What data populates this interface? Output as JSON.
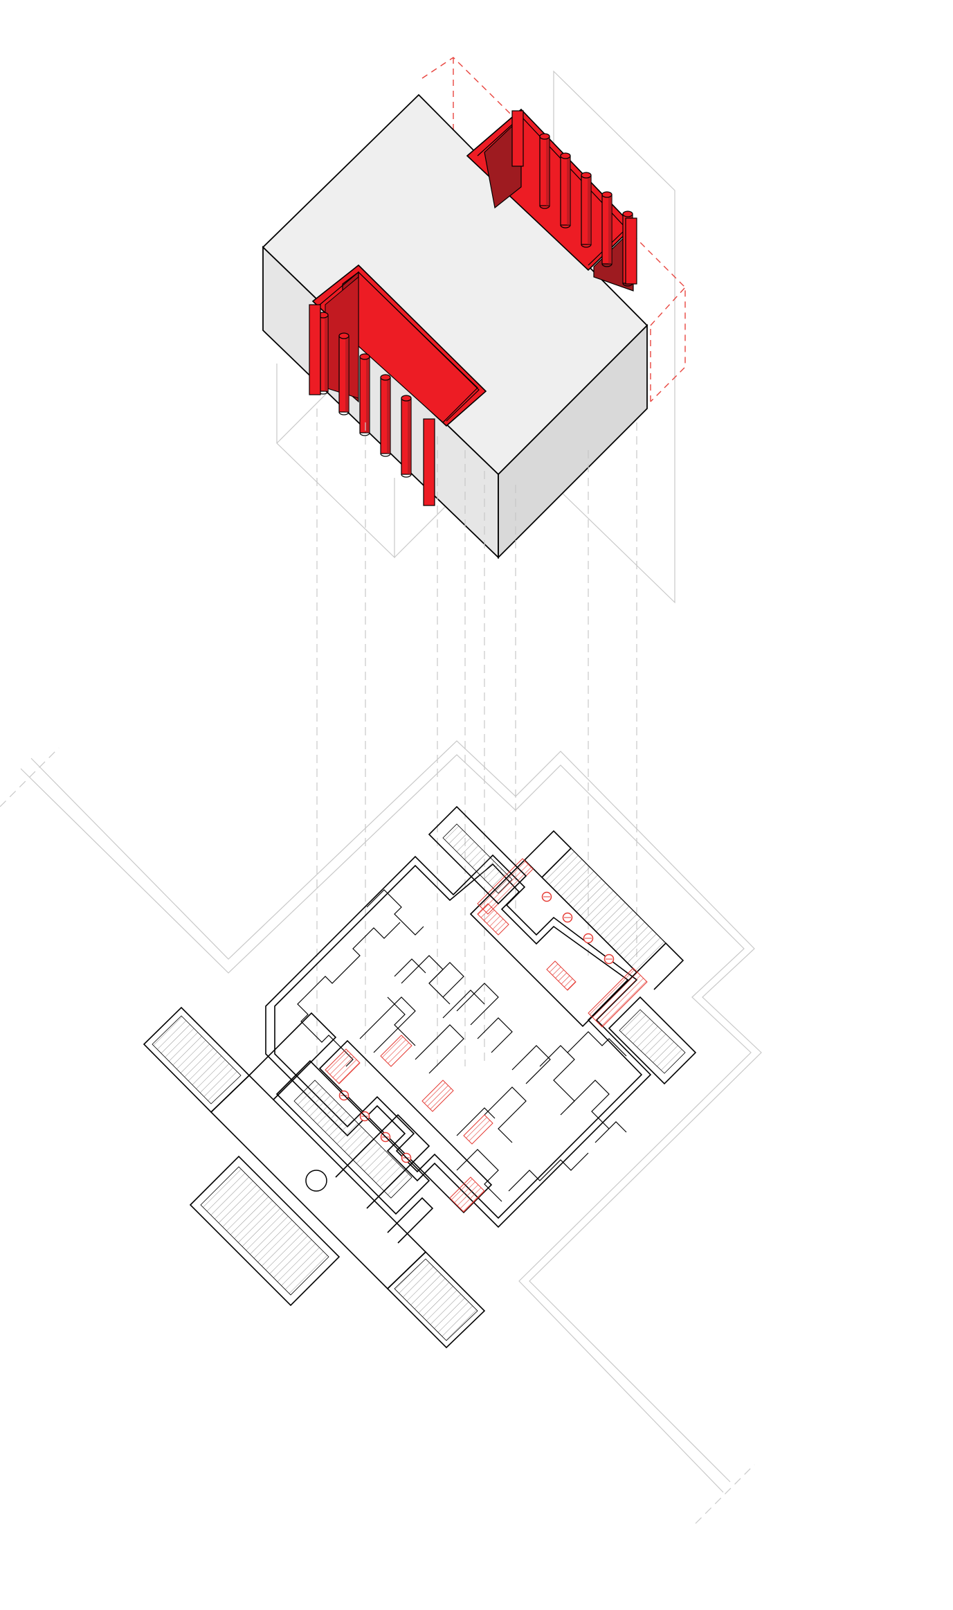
{
  "colors": {
    "background": "#ffffff",
    "line": "#000000",
    "block_top": "#efefef",
    "block_side_left": "#e4e4e4",
    "block_side_right": "#dadada",
    "accent_red": "#ed1c24",
    "accent_dark_red": "#9e1b20",
    "guide_grey": "#c8c8c8"
  },
  "diagram": {
    "views": [
      "axonometric-massing",
      "ground-floor-plan"
    ],
    "highlight_element": "porch-colonnades",
    "colonnade_count": 2,
    "columns_per_colonnade": 5
  }
}
